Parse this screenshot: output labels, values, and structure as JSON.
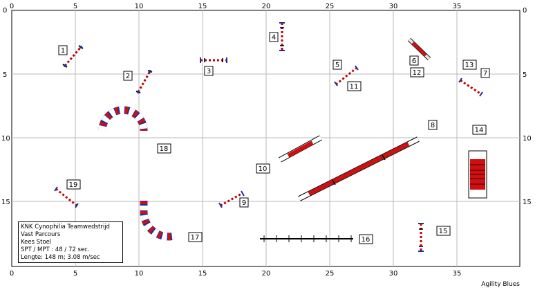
{
  "axes": {
    "x_ticks": [
      "0",
      "5",
      "10",
      "15",
      "20",
      "25",
      "30",
      "35"
    ],
    "y_ticks": [
      "0",
      "5",
      "10",
      "15"
    ]
  },
  "labels": {
    "n1": "1",
    "n2": "2",
    "n3": "3",
    "n4": "4",
    "n5": "5",
    "n6": "6",
    "n7": "7",
    "n8": "8",
    "n9": "9",
    "n10": "10",
    "n11": "11",
    "n12": "12",
    "n13": "13",
    "n14": "14",
    "n15": "15",
    "n16": "16",
    "n17": "17",
    "n18": "18",
    "n19": "19"
  },
  "info": {
    "line1": "KNK Cynophilia Teamwedstrijd",
    "line2": "Vast Parcours",
    "line3": "Kees Stoel",
    "line4": "SPT / MPT : 48 / 72 sec.",
    "line5": "Lengte: 148 m;  3.08 m/sec"
  },
  "brand": "Agility Blues"
}
